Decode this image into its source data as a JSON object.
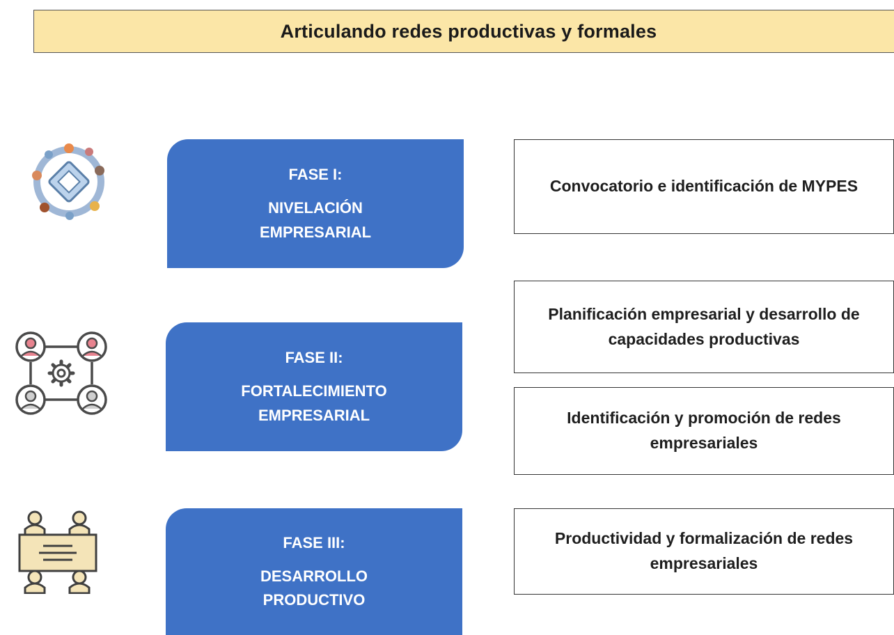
{
  "title": "Articulando redes productivas y formales",
  "phases": [
    {
      "label": "FASE I:",
      "line1": "NIVELACIÓN",
      "line2": "EMPRESARIAL",
      "icon": "network-icon"
    },
    {
      "label": "FASE II:",
      "line1": "FORTALECIMIENTO",
      "line2": "EMPRESARIAL",
      "icon": "team-gear-icon"
    },
    {
      "label": "FASE III:",
      "line1": "DESARROLLO",
      "line2": "PRODUCTIVO",
      "icon": "meeting-table-icon"
    }
  ],
  "steps": [
    "Convocatorio e identificación de MYPES",
    "Planificación empresarial y desarrollo de capacidades productivas",
    "Identificación y promoción de redes empresariales",
    "Productividad y formalización de redes empresariales"
  ],
  "colors": {
    "phase_fill": "#3f72c6",
    "title_fill": "#fbe6a7",
    "icon_stroke": "#4a4a4a",
    "icon_accent": "#e8838f"
  }
}
